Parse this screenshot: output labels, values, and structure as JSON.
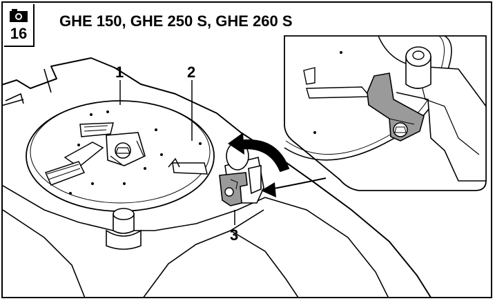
{
  "header": {
    "figure_number": "16",
    "camera_icon": "camera-icon",
    "title": "GHE 150, GHE 250 S, GHE 260 S"
  },
  "callouts": {
    "one": "1",
    "two": "2",
    "three": "3"
  },
  "colors": {
    "line": "#000000",
    "bracket": "#9a9a9a",
    "background": "#ffffff"
  }
}
